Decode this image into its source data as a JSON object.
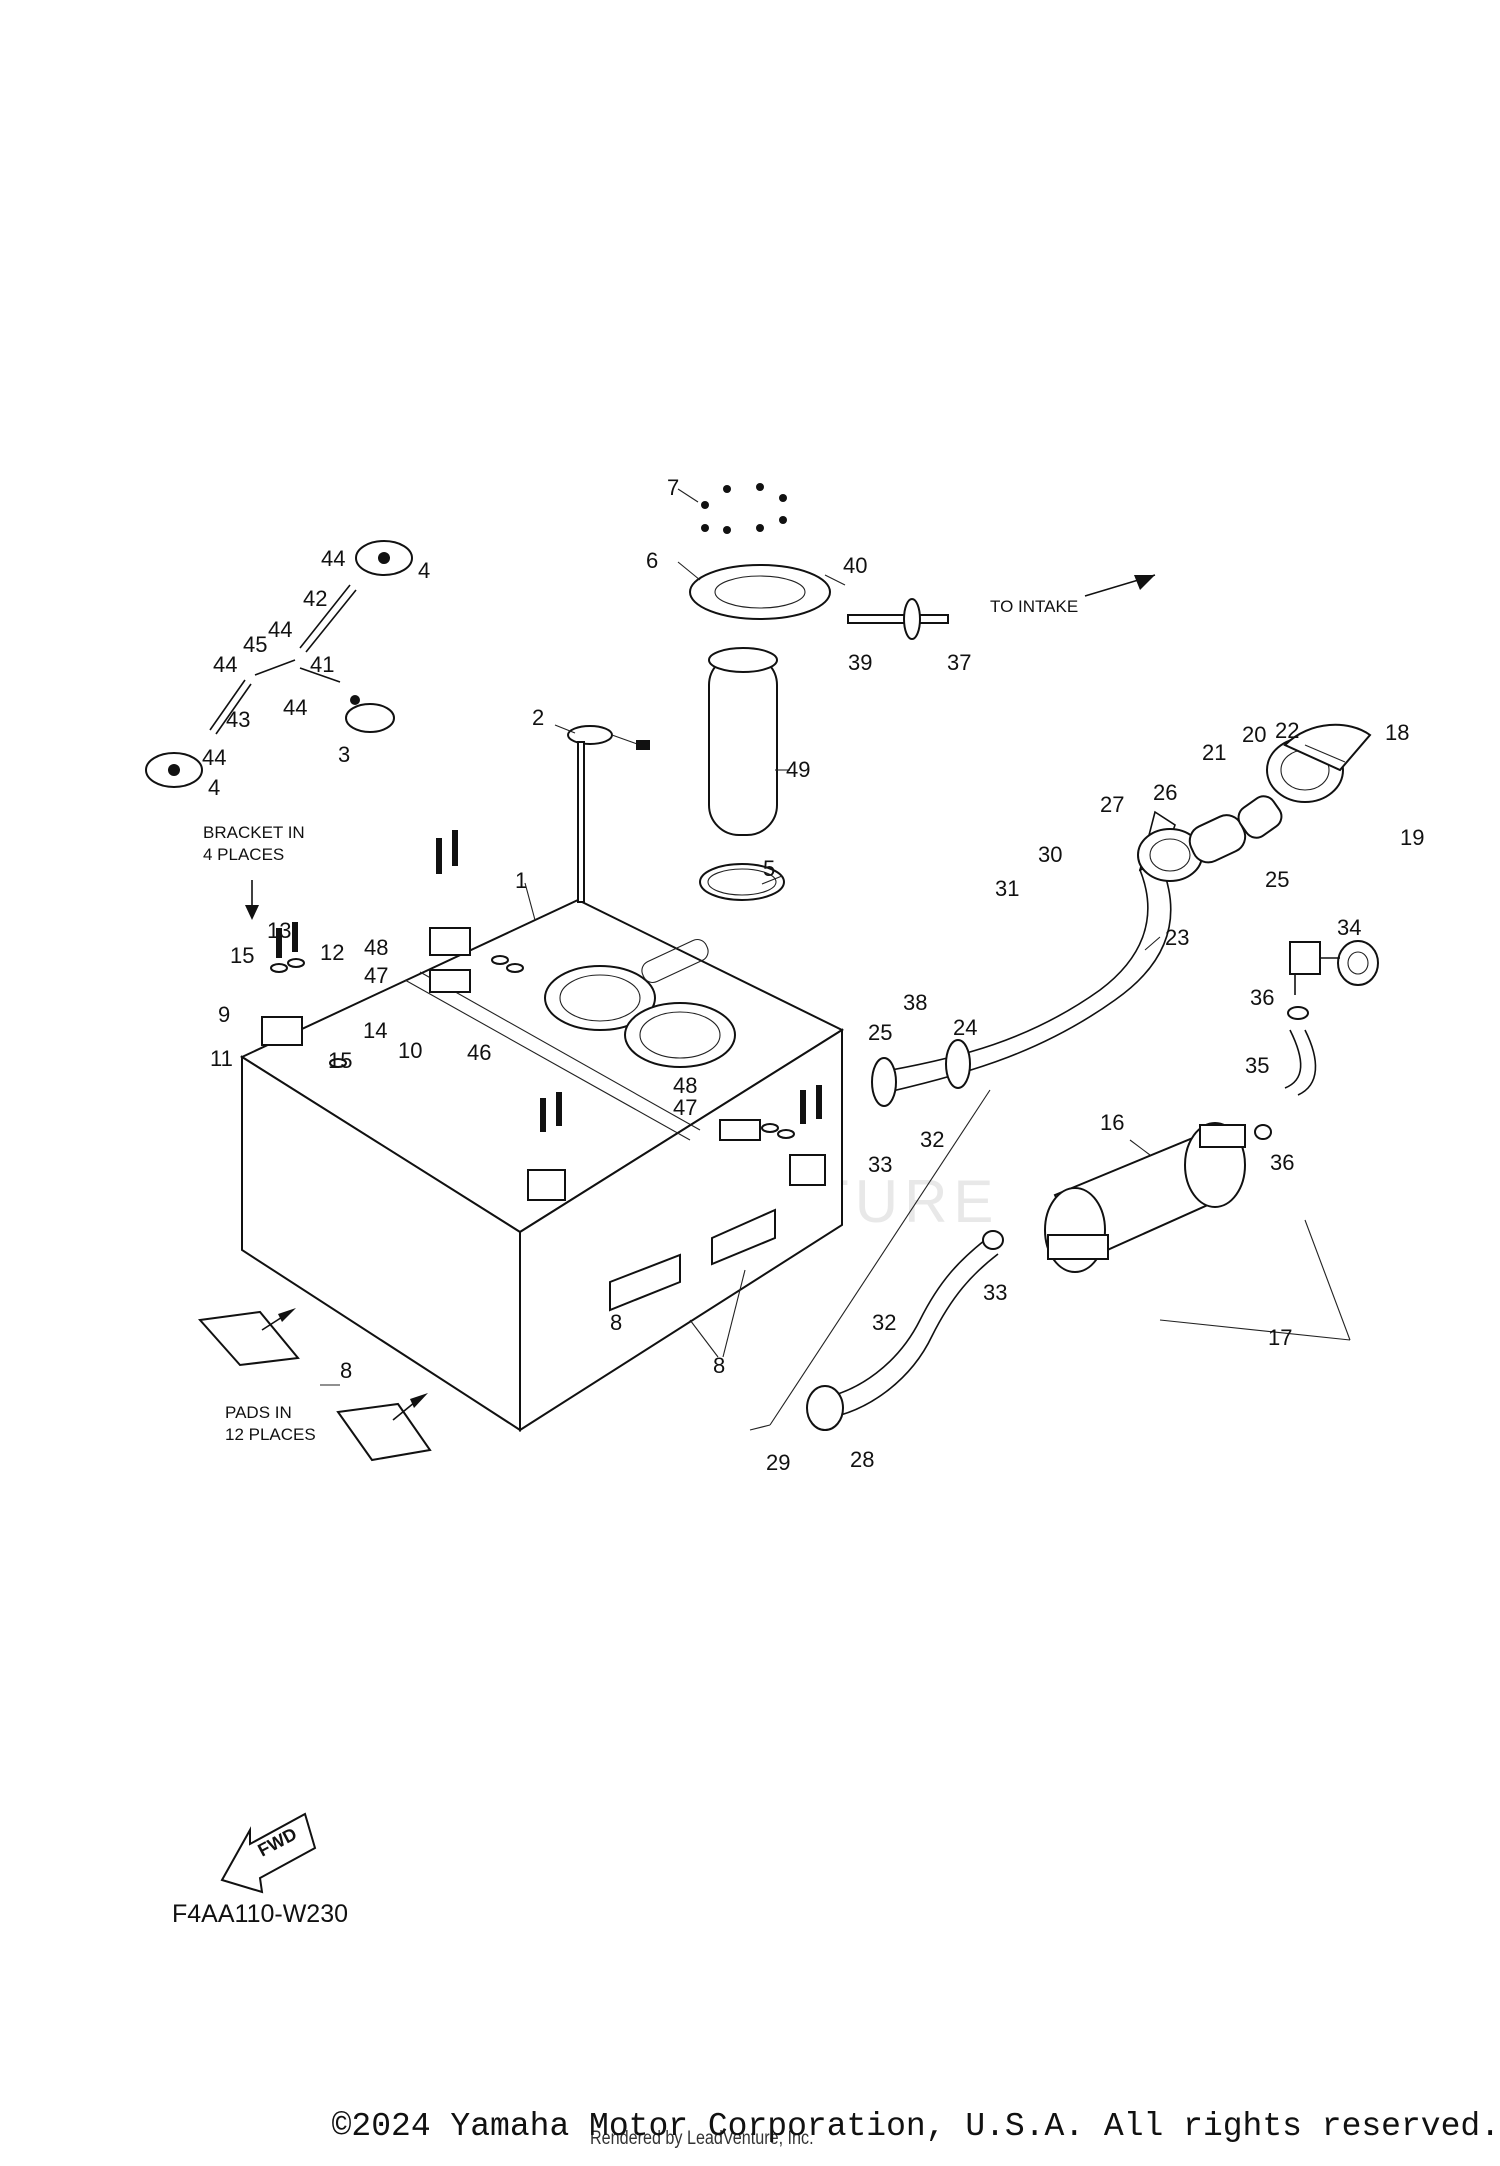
{
  "callouts": [
    "1",
    "2",
    "3",
    "4",
    "4",
    "5",
    "6",
    "7",
    "8",
    "8",
    "8",
    "9",
    "10",
    "11",
    "12",
    "13",
    "14",
    "15",
    "15",
    "16",
    "17",
    "18",
    "19",
    "20",
    "21",
    "22",
    "23",
    "24",
    "25",
    "25",
    "26",
    "27",
    "28",
    "29",
    "30",
    "31",
    "32",
    "32",
    "33",
    "33",
    "34",
    "35",
    "36",
    "36",
    "37",
    "38",
    "39",
    "40",
    "41",
    "42",
    "43",
    "44",
    "44",
    "44",
    "44",
    "44",
    "45",
    "46",
    "47",
    "47",
    "48",
    "48",
    "49"
  ],
  "notes": {
    "bracket_line1": "BRACKET IN",
    "bracket_line2": "4 PLACES",
    "pads_line1": "PADS IN",
    "pads_line2": "12 PLACES",
    "to_intake": "TO INTAKE",
    "fwd": "FWD"
  },
  "watermark": "LEADVENTURE",
  "diagram_code": "F4AA110-W230",
  "footer": {
    "copyright": "©2024 Yamaha Motor Corporation, U.S.A. All rights reserved.",
    "rendered_by": "Rendered by LeadVenture, Inc."
  }
}
